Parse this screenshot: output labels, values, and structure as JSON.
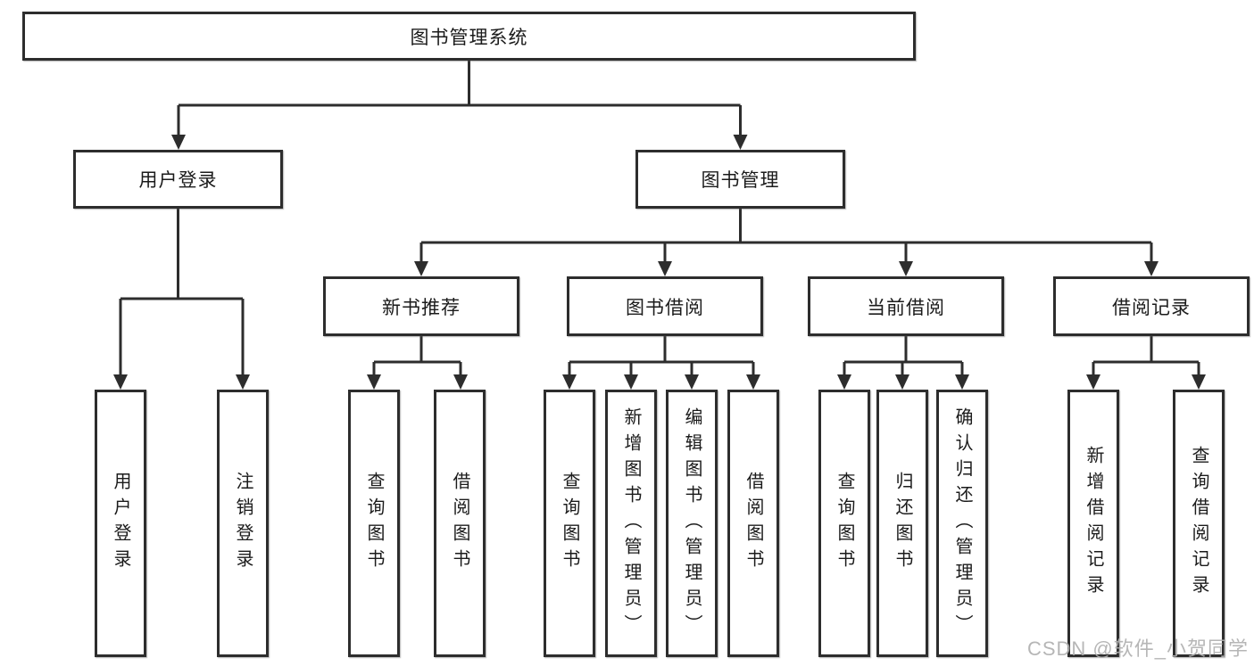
{
  "diagram": {
    "type": "hierarchy-tree",
    "background_color": "#ffffff",
    "line_color": "#2d2d2d",
    "text_color": "#1b1b1b",
    "watermark": {
      "text": "CSDN @软件_小贺同学",
      "color": "#b0b0b0"
    },
    "tree": {
      "label": "图书管理系统",
      "children": [
        {
          "label": "用户登录",
          "children": [
            {
              "label": "用户登录"
            },
            {
              "label": "注销登录"
            }
          ]
        },
        {
          "label": "图书管理",
          "children": [
            {
              "label": "新书推荐",
              "children": [
                {
                  "label": "查询图书"
                },
                {
                  "label": "借阅图书"
                }
              ]
            },
            {
              "label": "图书借阅",
              "children": [
                {
                  "label": "查询图书"
                },
                {
                  "label": "新增图书（管理员）"
                },
                {
                  "label": "编辑图书（管理员）"
                },
                {
                  "label": "借阅图书"
                }
              ]
            },
            {
              "label": "当前借阅",
              "children": [
                {
                  "label": "查询图书"
                },
                {
                  "label": "归还图书"
                },
                {
                  "label": "确认归还（管理员）"
                }
              ]
            },
            {
              "label": "借阅记录",
              "children": [
                {
                  "label": "新增借阅记录"
                },
                {
                  "label": "查询借阅记录"
                }
              ]
            }
          ]
        }
      ]
    }
  }
}
